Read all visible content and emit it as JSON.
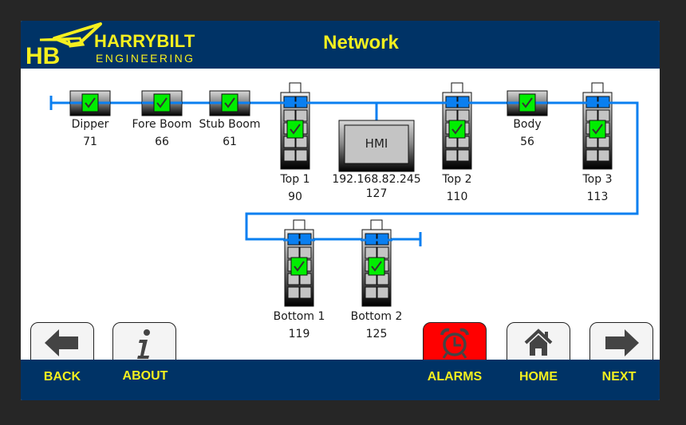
{
  "header": {
    "brand_name": "HARRYBILT",
    "brand_sub": "ENGINEERING",
    "logo_text": "HB",
    "title": "Network"
  },
  "colors": {
    "header_bg": "#003366",
    "accent_text": "#f5ef1f",
    "network_line": "#0a7ff0",
    "status_ok": "#00ee00",
    "alarm_active": "#ff0000"
  },
  "network": {
    "nodes": [
      {
        "id": "dipper",
        "name": "Dipper",
        "address": "71",
        "type": "module",
        "status": "ok"
      },
      {
        "id": "fore-boom",
        "name": "Fore Boom",
        "address": "66",
        "type": "module",
        "status": "ok"
      },
      {
        "id": "stub-boom",
        "name": "Stub Boom",
        "address": "61",
        "type": "module",
        "status": "ok"
      },
      {
        "id": "top-1",
        "name": "Top 1",
        "address": "90",
        "type": "rack",
        "status": "ok"
      },
      {
        "id": "hmi",
        "name": "192.168.82.245",
        "address": "127",
        "type": "hmi",
        "label": "HMI"
      },
      {
        "id": "top-2",
        "name": "Top 2",
        "address": "110",
        "type": "rack",
        "status": "ok"
      },
      {
        "id": "body",
        "name": "Body",
        "address": "56",
        "type": "module",
        "status": "ok"
      },
      {
        "id": "top-3",
        "name": "Top 3",
        "address": "113",
        "type": "rack",
        "status": "ok"
      },
      {
        "id": "bottom-1",
        "name": "Bottom 1",
        "address": "119",
        "type": "rack",
        "status": "ok"
      },
      {
        "id": "bottom-2",
        "name": "Bottom 2",
        "address": "125",
        "type": "rack",
        "status": "ok"
      }
    ]
  },
  "footer": {
    "buttons": [
      {
        "id": "back",
        "label": "BACK",
        "icon": "arrow-left-icon"
      },
      {
        "id": "about",
        "label": "ABOUT",
        "icon": "info-icon"
      },
      {
        "id": "alarms",
        "label": "ALARMS",
        "icon": "alarm-clock-icon",
        "active": true
      },
      {
        "id": "home",
        "label": "HOME",
        "icon": "home-icon"
      },
      {
        "id": "next",
        "label": "NEXT",
        "icon": "arrow-right-icon"
      }
    ]
  }
}
